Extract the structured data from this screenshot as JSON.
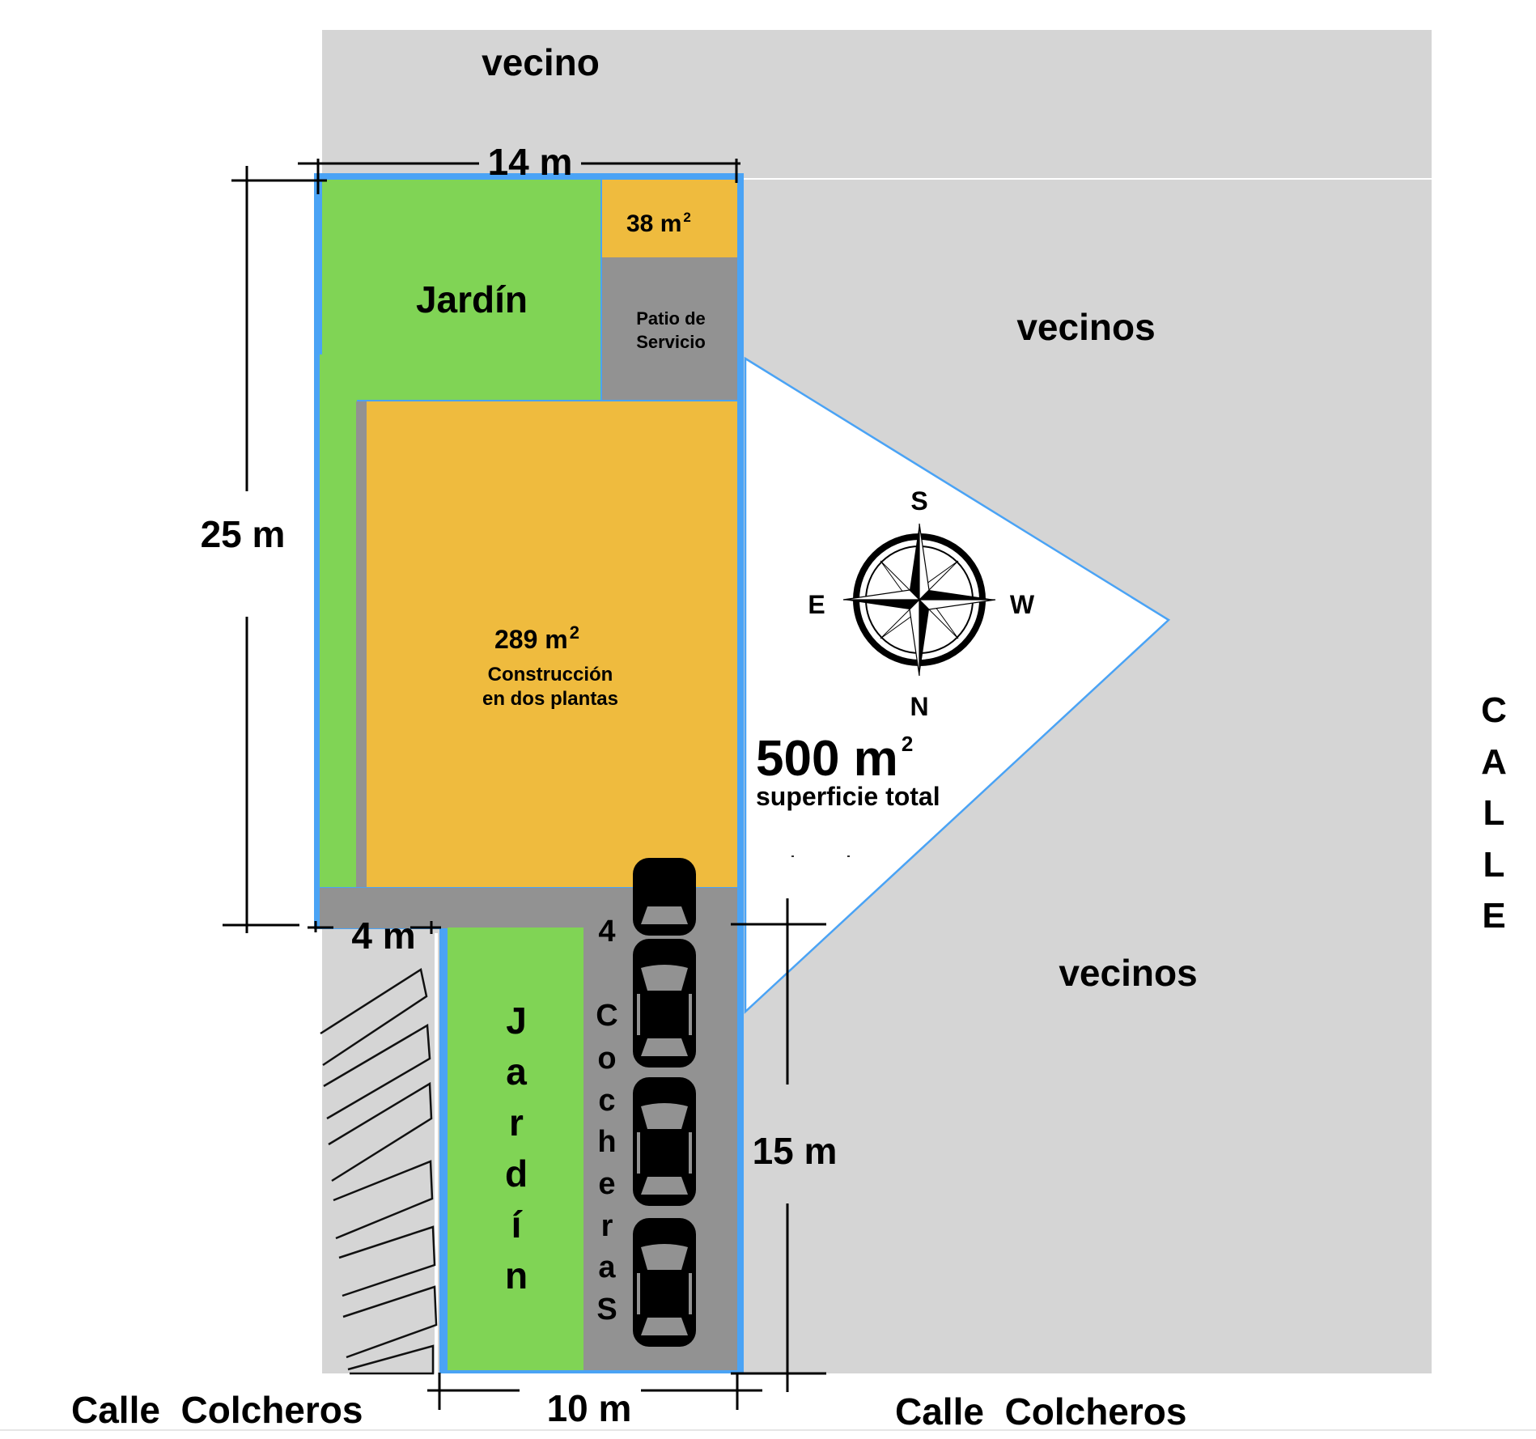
{
  "title": "Plano de terreno",
  "colors": {
    "neighbor": "#d5d5d5",
    "lot_outline": "#4aa3f5",
    "garden": "#80d455",
    "construction": "#efbb3e",
    "service": "#929292",
    "text": "#000000"
  },
  "labels": {
    "neighbor_top": "vecino",
    "neighbors_right_top": "vecinos",
    "neighbors_right_bottom": "vecinos",
    "street_right": "CALLE",
    "street_bottom_left": "Calle  Colcheros",
    "street_bottom_right": "Calle  Colcheros"
  },
  "zones": {
    "garden_top": "Jardín",
    "small_area_value": "38 m",
    "small_area_sup": "2",
    "service_patio_line1": "Patio de",
    "service_patio_line2": "Servicio",
    "construction_value": "289 m",
    "construction_sup": "2",
    "construction_line1": "Construcción",
    "construction_line2": "en dos plantas",
    "garden_bottom": "Jardín",
    "parking_label": "4 CocheraS",
    "parking_count": 4
  },
  "dimensions": {
    "top_width": "14 m",
    "left_height": "25 m",
    "lower_left_width": "4 m",
    "right_lower_height": "15 m",
    "bottom_width": "10 m"
  },
  "total_area": {
    "value": "500 m",
    "sup": "2",
    "caption": "superficie total"
  },
  "compass": {
    "icon": "compass-rose-icon",
    "top": "S",
    "bottom": "N",
    "left": "E",
    "right": "W"
  }
}
